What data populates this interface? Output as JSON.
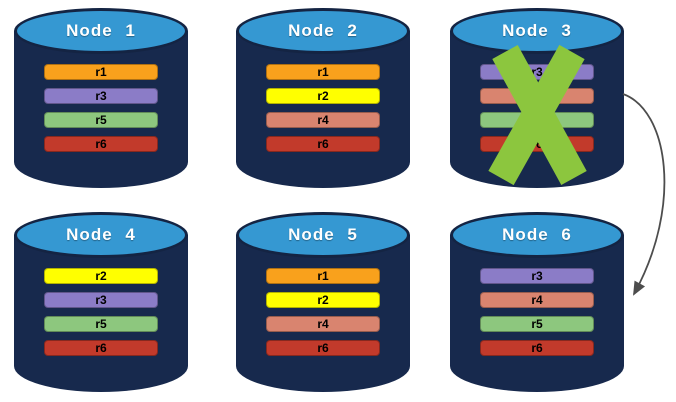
{
  "diagram": {
    "description_labels": [],
    "failed_node": "Node 3",
    "arrow": {
      "from": "Node 3",
      "to": "Node 6"
    }
  },
  "colors": {
    "background": "#FFFFFF",
    "cylinder_body": "#17294D",
    "cylinder_top": "#3598D2",
    "cylinder_outline": "#142443",
    "node_title_text": "#FFFFFF",
    "bar_text": "#000000",
    "failed_x": "#8CC63E",
    "arrow": "#4D4D4D"
  },
  "replica_colors": {
    "r1": "#F9A11C",
    "r2": "#FFFF00",
    "r3": "#8B7CC7",
    "r4": "#D9846F",
    "r5": "#8DC77E",
    "r6": "#C23A2B"
  },
  "nodes": [
    {
      "label": "Node 1",
      "replicas": [
        "r1",
        "r3",
        "r5",
        "r6"
      ],
      "failed": false
    },
    {
      "label": "Node 2",
      "replicas": [
        "r1",
        "r2",
        "r4",
        "r6"
      ],
      "failed": false
    },
    {
      "label": "Node 3",
      "replicas": [
        "r3",
        "r4",
        "r5",
        "r6"
      ],
      "failed": true
    },
    {
      "label": "Node 4",
      "replicas": [
        "r2",
        "r3",
        "r5",
        "r6"
      ],
      "failed": false
    },
    {
      "label": "Node 5",
      "replicas": [
        "r1",
        "r2",
        "r4",
        "r6"
      ],
      "failed": false
    },
    {
      "label": "Node 6",
      "replicas": [
        "r3",
        "r4",
        "r5",
        "r6"
      ],
      "failed": false
    }
  ]
}
